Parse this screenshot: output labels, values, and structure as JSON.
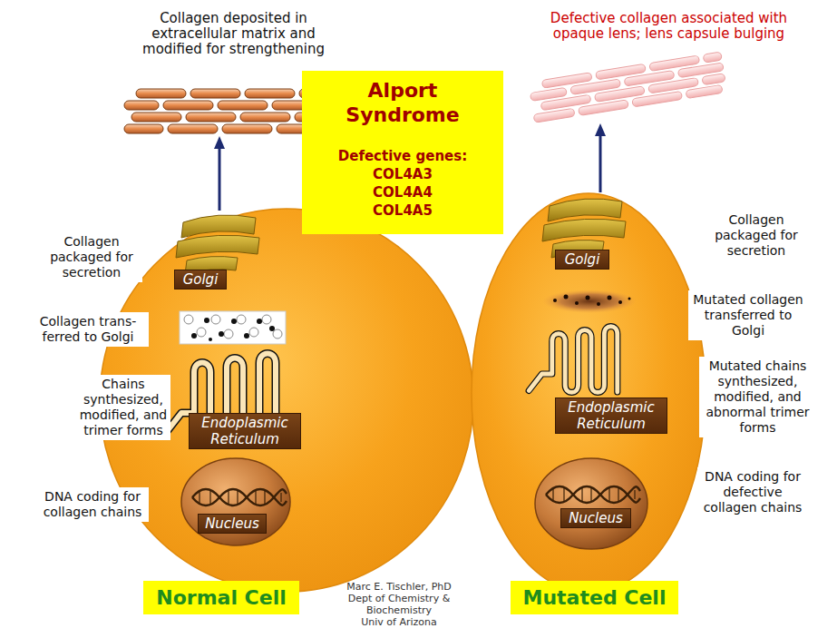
{
  "diagram": {
    "nodes": [
      {
        "text": [
          "Alport Syndrome",
          "Defective genes:",
          "COL4A3",
          "COL4A4",
          "COL4A5"
        ]
      },
      {
        "text": [
          "Collagen packaged for secretion"
        ]
      },
      {
        "text": [
          "Golgi"
        ]
      },
      {
        "text": [
          "Collagen trans- ferred to Golgi"
        ]
      },
      {
        "text": [
          "Chains synthesized, modified, and trimer forms"
        ]
      },
      {
        "text": [
          "Endoplasmic Reticulum"
        ]
      },
      {
        "text": [
          "DNA coding for collagen chains"
        ]
      },
      {
        "text": [
          "Nucleus"
        ]
      },
      {
        "text": [
          "Normal Cell"
        ]
      },
      {
        "text": [
          "Golgi"
        ]
      },
      {
        "text": [
          "Collagen packaged for secretion"
        ]
      },
      {
        "text": [
          "Mutated collagen transferred to Golgi"
        ]
      },
      {
        "text": [
          "Mutated chains synthesized, modified, and abnormal trimer forms"
        ]
      },
      {
        "text": [
          "Endoplasmic Reticulum"
        ]
      },
      {
        "text": [
          "DNA coding for defective collagen chains"
        ]
      },
      {
        "text": [
          "Nucleus"
        ]
      },
      {
        "text": [
          "Mutated Cell"
        ]
      }
    ],
    "labels": [
      "Collagen deposited in extracellular matrix and modified for strengthening",
      "Defective collagen associated with opaque lens; lens capsule bulging",
      "Marc E. Tischler, PhD",
      "Dept of Chemistry & Biochemistry",
      "Univ of Arizona"
    ]
  }
}
